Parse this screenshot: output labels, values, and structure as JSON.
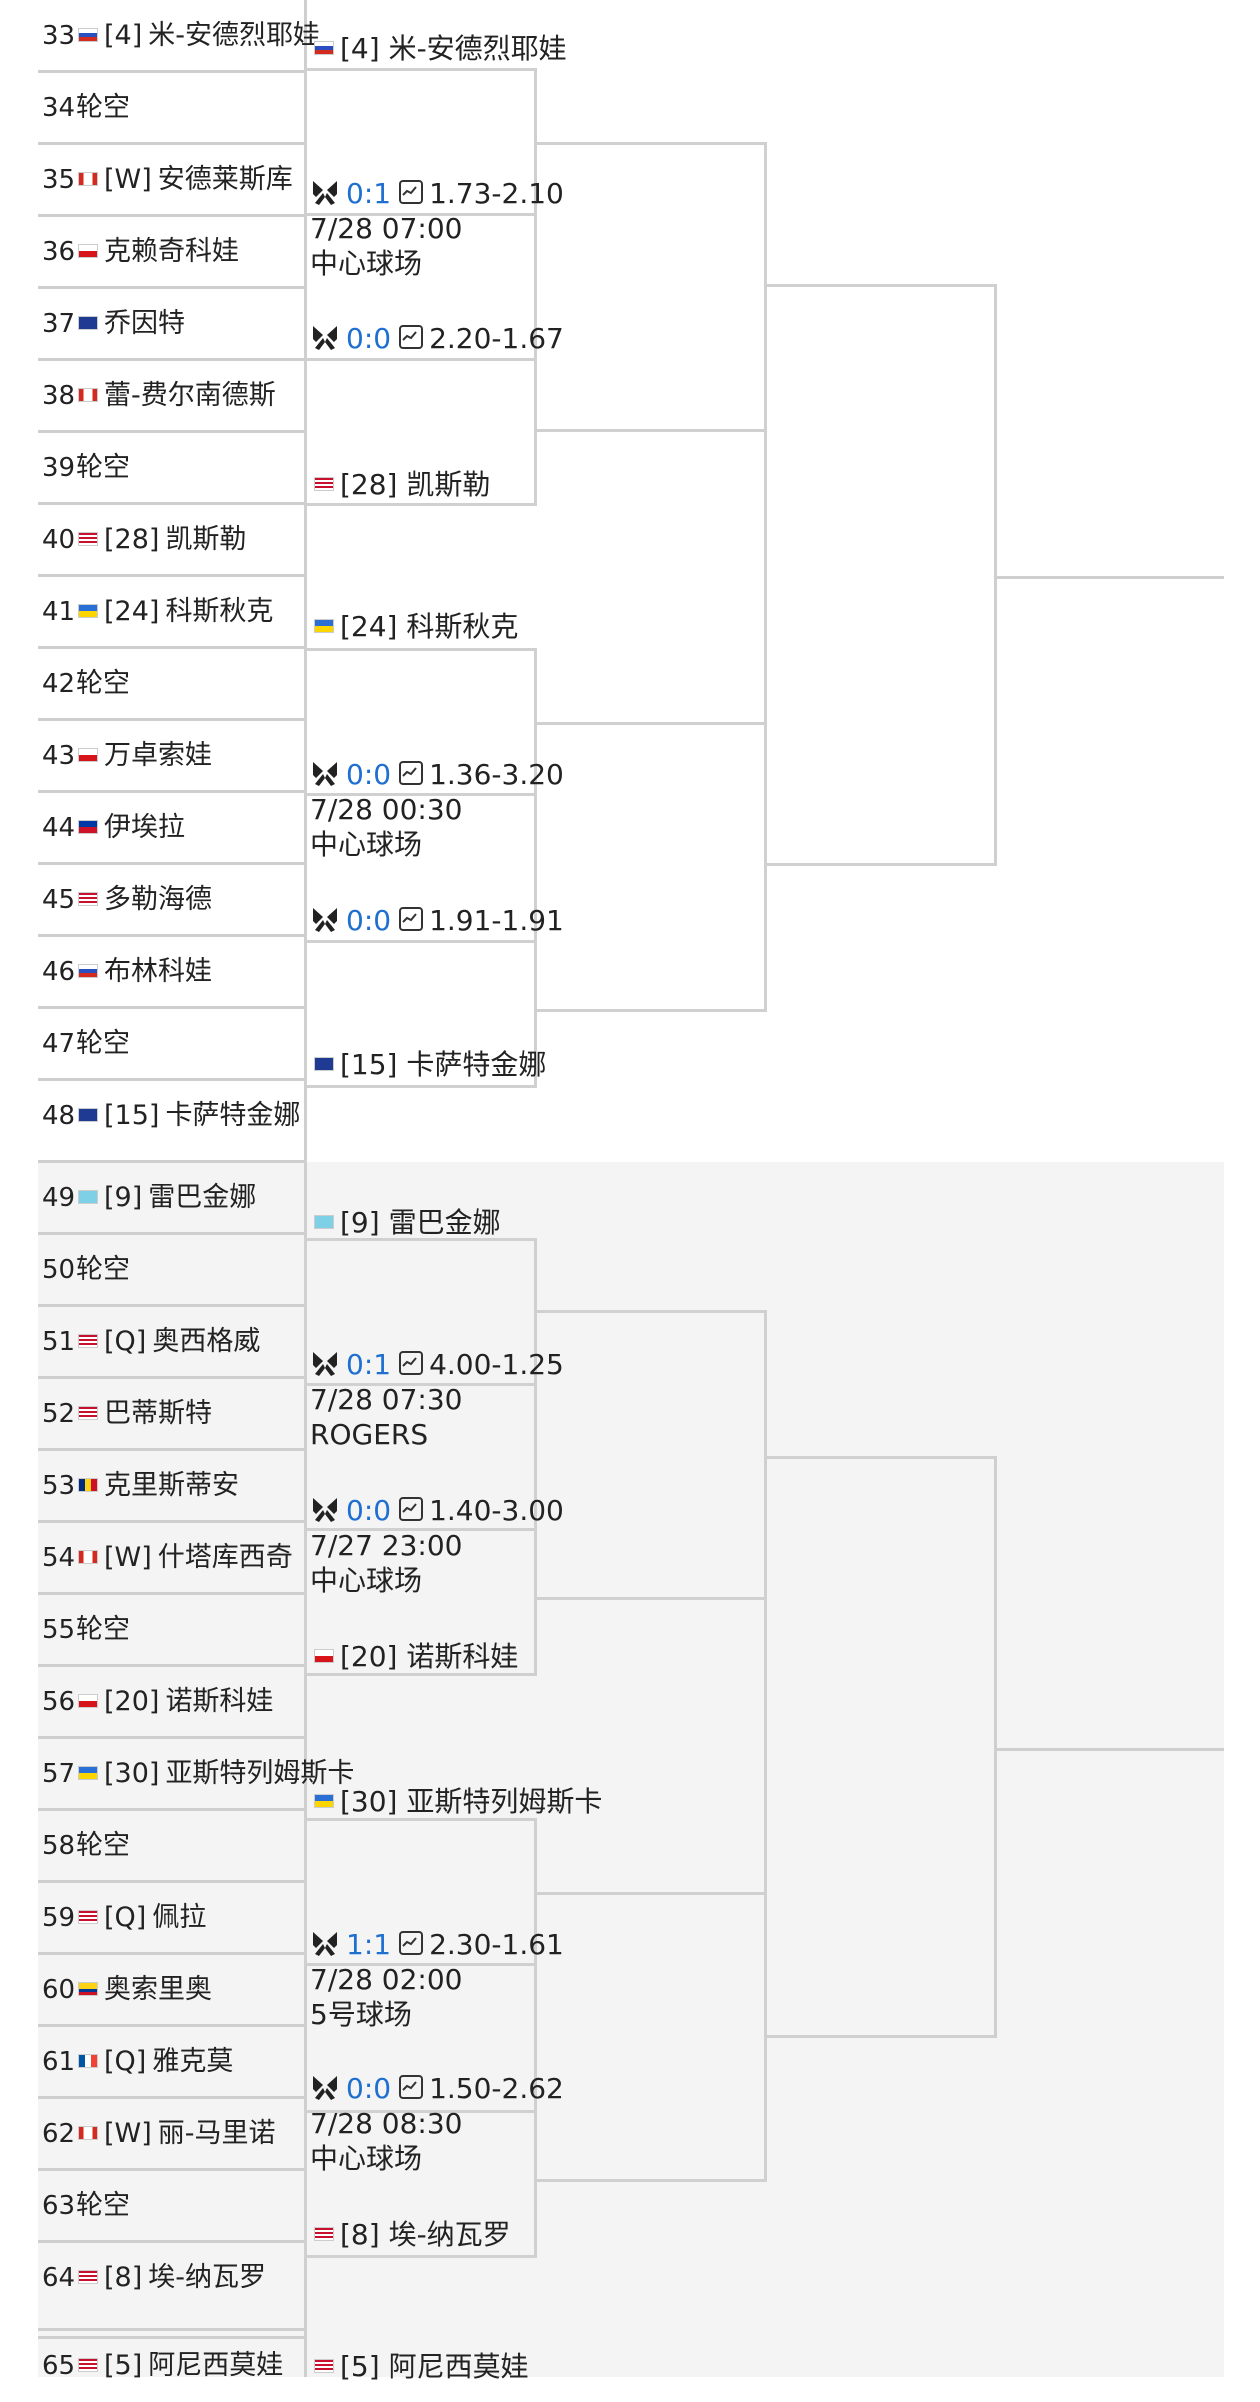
{
  "round1": [
    {
      "num": "33",
      "flag": "ru",
      "seed": "[4]",
      "name": "米-安德烈耶娃"
    },
    {
      "num": "34",
      "flag": "",
      "seed": "",
      "name": "轮空"
    },
    {
      "num": "35",
      "flag": "ca",
      "seed": "[W]",
      "name": "安德莱斯库"
    },
    {
      "num": "36",
      "flag": "cz",
      "seed": "",
      "name": "克赖奇科娃"
    },
    {
      "num": "37",
      "flag": "au",
      "seed": "",
      "name": "乔因特"
    },
    {
      "num": "38",
      "flag": "ca",
      "seed": "",
      "name": "蕾-费尔南德斯"
    },
    {
      "num": "39",
      "flag": "",
      "seed": "",
      "name": "轮空"
    },
    {
      "num": "40",
      "flag": "us",
      "seed": "[28]",
      "name": "凯斯勒"
    },
    {
      "num": "41",
      "flag": "ua",
      "seed": "[24]",
      "name": "科斯秋克"
    },
    {
      "num": "42",
      "flag": "",
      "seed": "",
      "name": "轮空"
    },
    {
      "num": "43",
      "flag": "cz",
      "seed": "",
      "name": "万卓索娃"
    },
    {
      "num": "44",
      "flag": "ph",
      "seed": "",
      "name": "伊埃拉"
    },
    {
      "num": "45",
      "flag": "us",
      "seed": "",
      "name": "多勒海德"
    },
    {
      "num": "46",
      "flag": "ru",
      "seed": "",
      "name": "布林科娃"
    },
    {
      "num": "47",
      "flag": "",
      "seed": "",
      "name": "轮空"
    },
    {
      "num": "48",
      "flag": "au",
      "seed": "[15]",
      "name": "卡萨特金娜"
    },
    {
      "num": "49",
      "flag": "kz",
      "seed": "[9]",
      "name": "雷巴金娜"
    },
    {
      "num": "50",
      "flag": "",
      "seed": "",
      "name": "轮空"
    },
    {
      "num": "51",
      "flag": "us",
      "seed": "[Q]",
      "name": "奥西格威"
    },
    {
      "num": "52",
      "flag": "us",
      "seed": "",
      "name": "巴蒂斯特"
    },
    {
      "num": "53",
      "flag": "ro",
      "seed": "",
      "name": "克里斯蒂安"
    },
    {
      "num": "54",
      "flag": "ca",
      "seed": "[W]",
      "name": "什塔库西奇"
    },
    {
      "num": "55",
      "flag": "",
      "seed": "",
      "name": "轮空"
    },
    {
      "num": "56",
      "flag": "cz",
      "seed": "[20]",
      "name": "诺斯科娃"
    },
    {
      "num": "57",
      "flag": "ua",
      "seed": "[30]",
      "name": "亚斯特列姆斯卡"
    },
    {
      "num": "58",
      "flag": "",
      "seed": "",
      "name": "轮空"
    },
    {
      "num": "59",
      "flag": "us",
      "seed": "[Q]",
      "name": "佩拉"
    },
    {
      "num": "60",
      "flag": "co",
      "seed": "",
      "name": "奥索里奥"
    },
    {
      "num": "61",
      "flag": "fr",
      "seed": "[Q]",
      "name": "雅克莫"
    },
    {
      "num": "62",
      "flag": "ca",
      "seed": "[W]",
      "name": "丽-马里诺"
    },
    {
      "num": "63",
      "flag": "",
      "seed": "",
      "name": "轮空"
    },
    {
      "num": "64",
      "flag": "us",
      "seed": "[8]",
      "name": "埃-纳瓦罗"
    },
    {
      "num": "65",
      "flag": "us",
      "seed": "[5]",
      "name": "阿尼西莫娃"
    }
  ],
  "round2_names": [
    {
      "flag": "ru",
      "text": "[4] 米-安德烈耶娃"
    },
    {
      "flag": "us",
      "text": "[28] 凯斯勒"
    },
    {
      "flag": "ua",
      "text": "[24] 科斯秋克"
    },
    {
      "flag": "au",
      "text": "[15] 卡萨特金娜"
    },
    {
      "flag": "kz",
      "text": "[9] 雷巴金娜"
    },
    {
      "flag": "cz",
      "text": "[20] 诺斯科娃"
    },
    {
      "flag": "ua",
      "text": "[30] 亚斯特列姆斯卡"
    },
    {
      "flag": "us",
      "text": "[8] 埃-纳瓦罗"
    },
    {
      "flag": "us",
      "text": "[5] 阿尼西莫娃"
    }
  ],
  "matches": [
    {
      "score": "0:1",
      "odds": "1.73-2.10",
      "time": "7/28 07:00",
      "court": "中心球场"
    },
    {
      "score": "0:0",
      "odds": "2.20-1.67",
      "time": "",
      "court": ""
    },
    {
      "score": "0:0",
      "odds": "1.36-3.20",
      "time": "7/28 00:30",
      "court": "中心球场"
    },
    {
      "score": "0:0",
      "odds": "1.91-1.91",
      "time": "",
      "court": ""
    },
    {
      "score": "0:1",
      "odds": "4.00-1.25",
      "time": "7/28 07:30",
      "court": "ROGERS"
    },
    {
      "score": "0:0",
      "odds": "1.40-3.00",
      "time": "7/27 23:00",
      "court": "中心球场"
    },
    {
      "score": "1:1",
      "odds": "2.30-1.61",
      "time": "7/28 02:00",
      "court": "5号球场"
    },
    {
      "score": "0:0",
      "odds": "1.50-2.62",
      "time": "7/28 08:30",
      "court": "中心球场"
    }
  ],
  "colors": {
    "score": "#1e6fd0",
    "line": "#cfcfcf",
    "section_alt": "#f4f4f4"
  }
}
